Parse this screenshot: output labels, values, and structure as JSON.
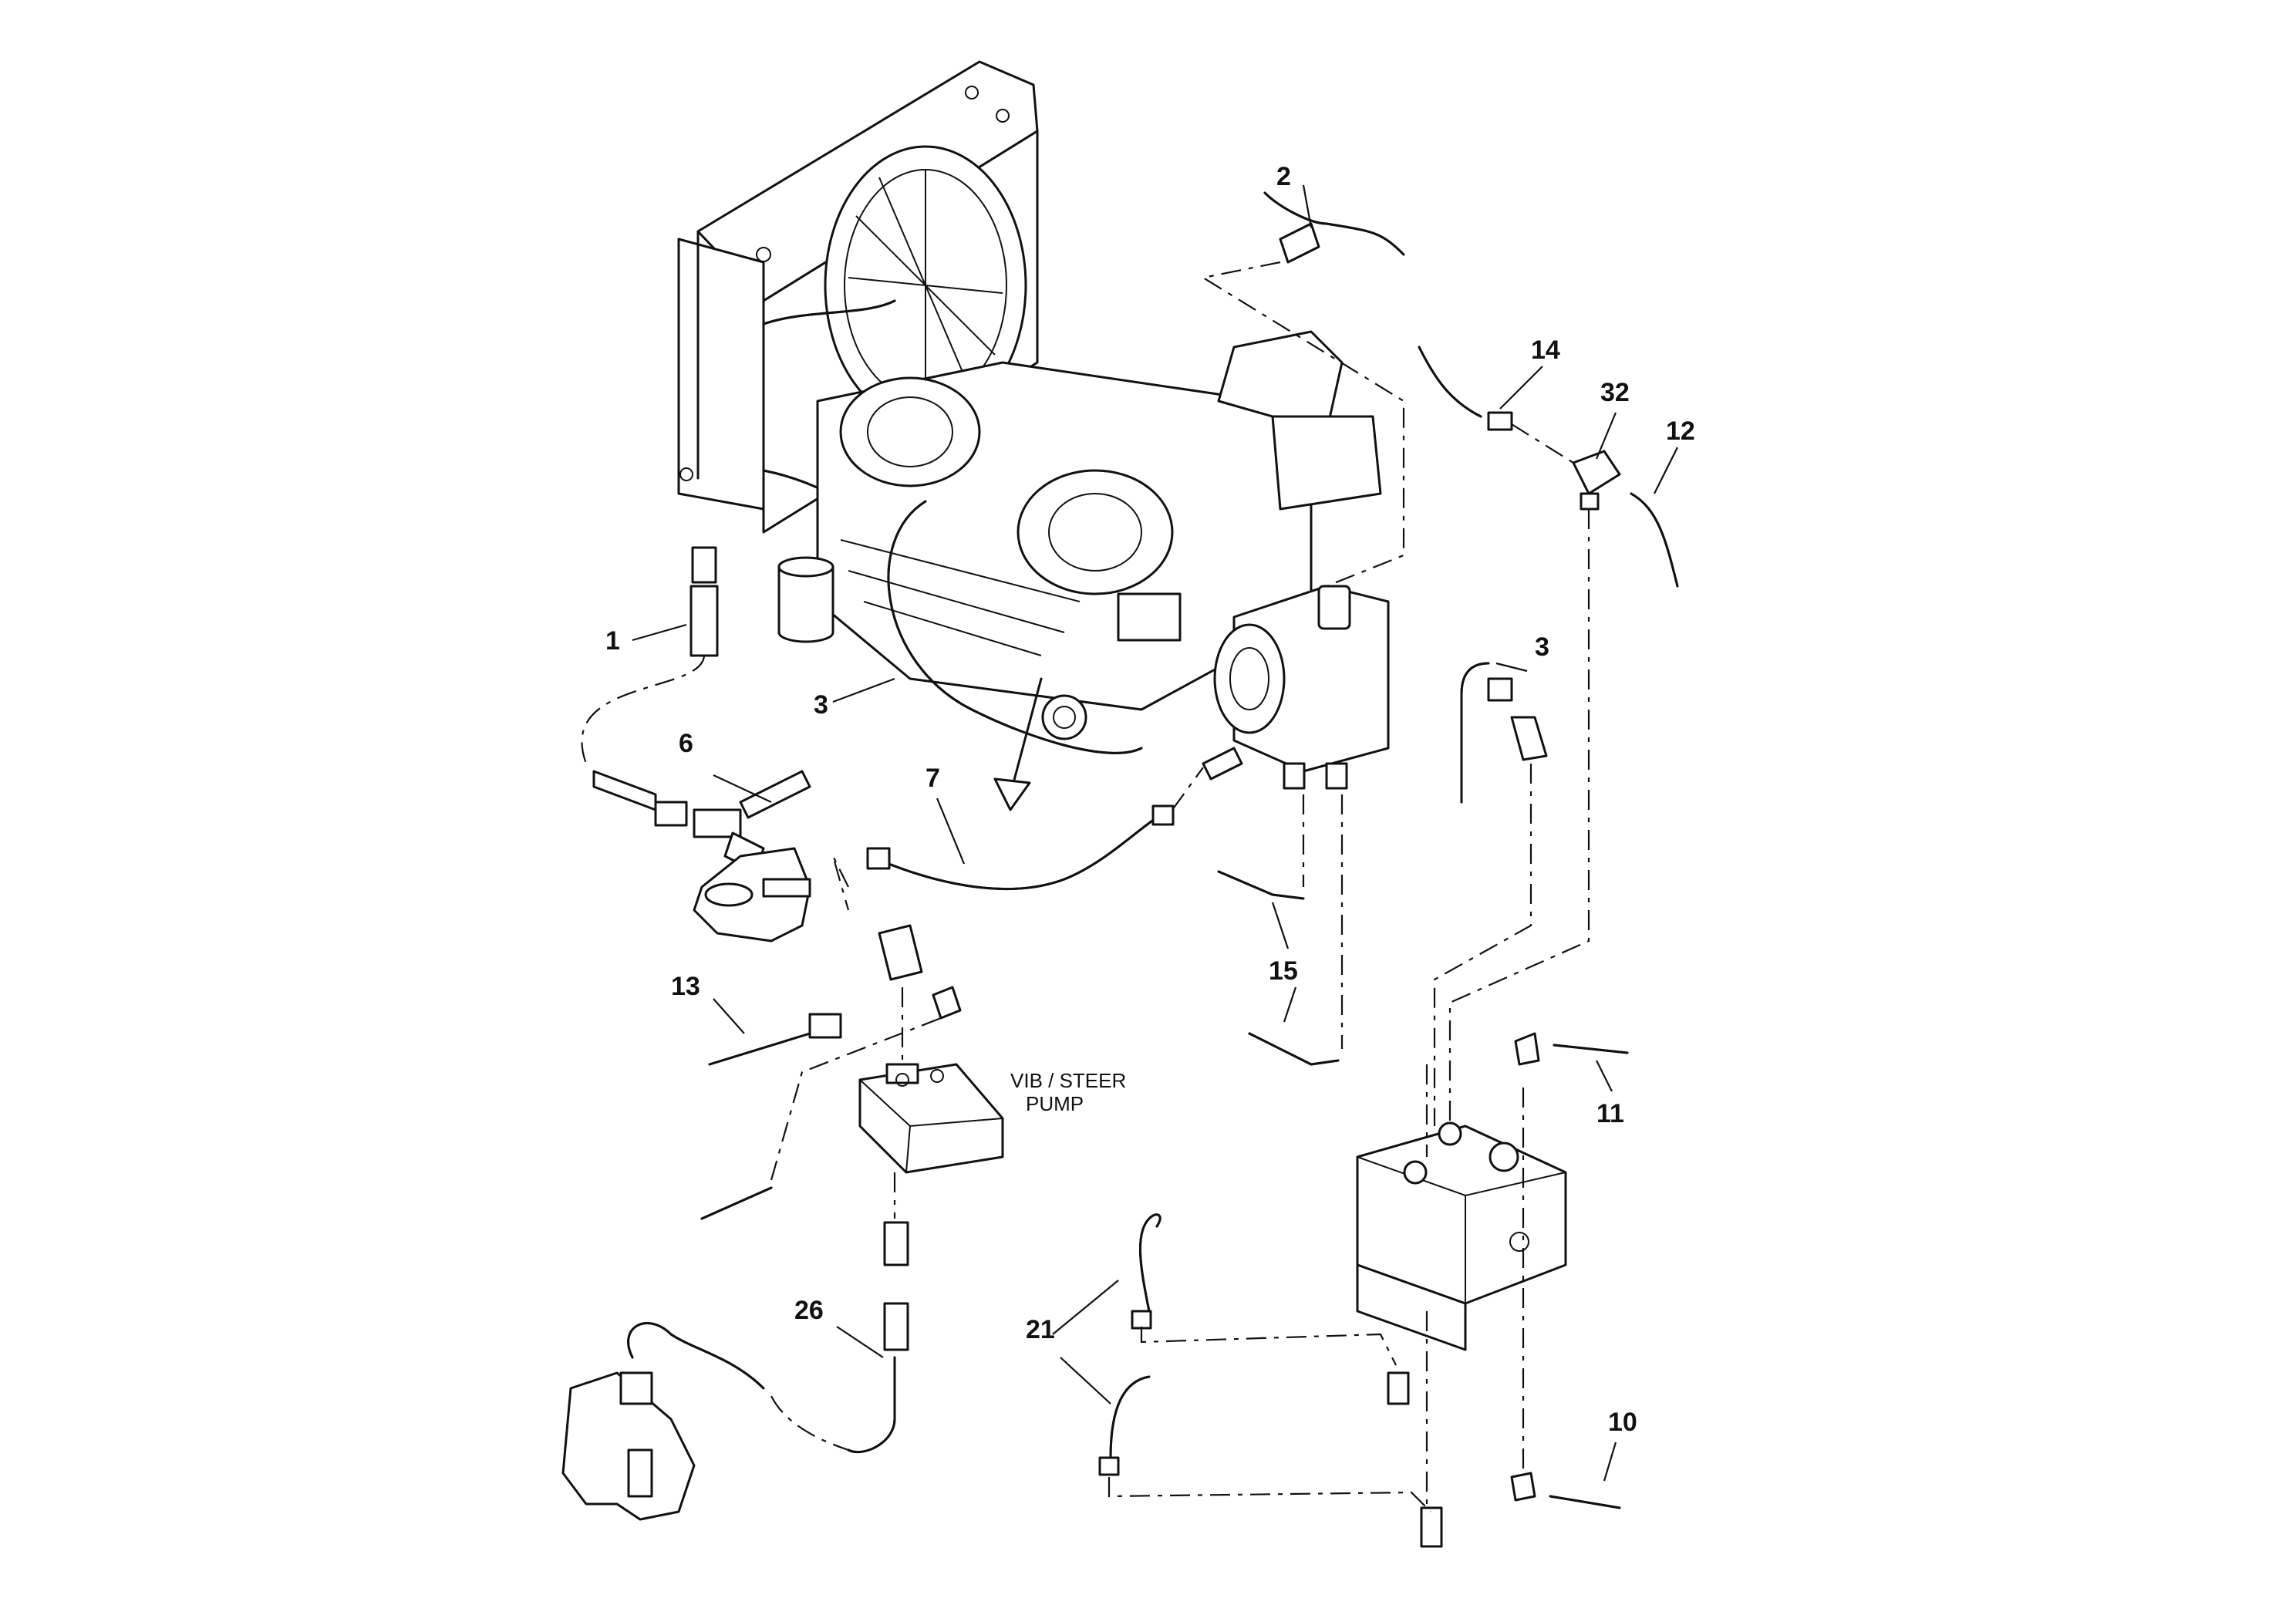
{
  "callouts": {
    "c1": "1",
    "c2": "2",
    "c3a": "3",
    "c3b": "3",
    "c6": "6",
    "c7": "7",
    "c10": "10",
    "c11": "11",
    "c12": "12",
    "c13": "13",
    "c14": "14",
    "c15": "15",
    "c21": "21",
    "c26": "26",
    "c32": "32"
  },
  "labels": {
    "pump_line1": "VIB / STEER",
    "pump_line2": "PUMP"
  }
}
